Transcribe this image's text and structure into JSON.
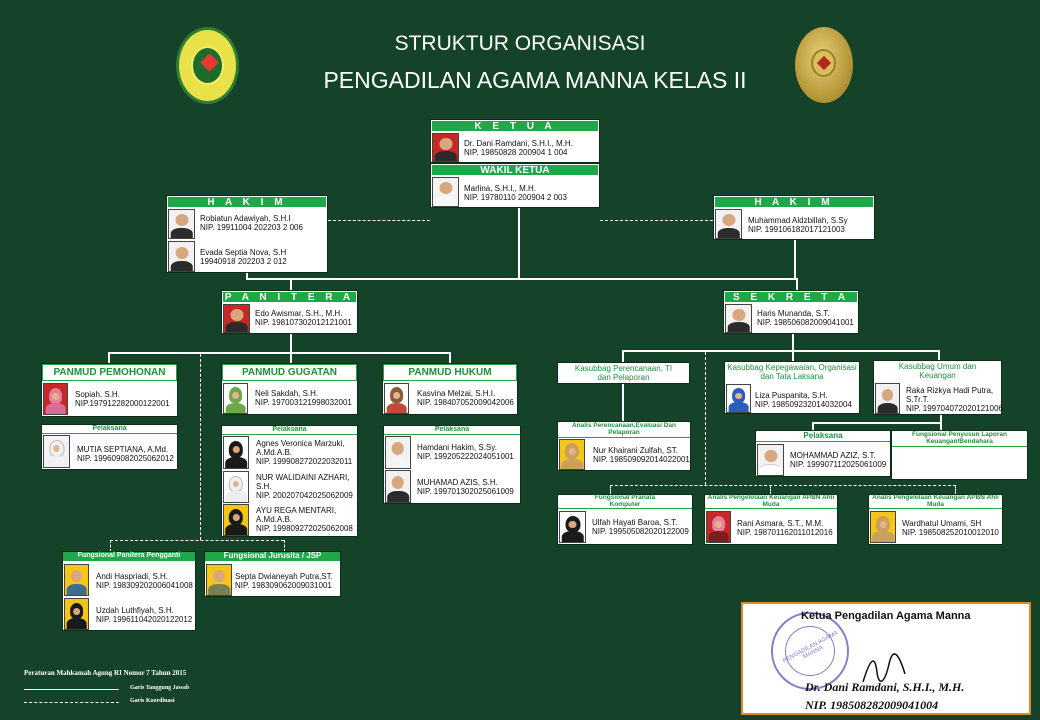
{
  "header": {
    "title_line1": "STRUKTUR ORGANISASI",
    "title_line2": "PENGADILAN AGAMA MANNA KELAS II"
  },
  "ketua": {
    "header": "K E T U A",
    "name": "Dr. Dani Ramdani, S.H.I., M.H.",
    "nip": "NIP. 19850828  200904  1 004"
  },
  "wakil": {
    "header": "WAKIL KETUA",
    "name": "Marlina, S.H.I., M.H.",
    "nip": "NIP. 19780110  200904  2 003"
  },
  "hakim_left": {
    "header": "H A K I M",
    "members": [
      {
        "name": "Robiatun Adawiyah,  S.H.I",
        "nip": "NIP. 19911004  202203  2 006"
      },
      {
        "name": "Evada Septia Nova, S.H",
        "nip": "19940918  202203  2 012"
      }
    ]
  },
  "hakim_right": {
    "header": "H A K I M",
    "name": "Muhammad Aldzbillah, S.Sy",
    "nip": "NIP. 199106182017121003"
  },
  "panitera": {
    "header": "P A N I T E R A",
    "name": "Edo Awismar,   S.H., M.H.",
    "nip": "NIP. 198107302012121001"
  },
  "sekretaris": {
    "header": "S E K R E T A R I S",
    "name": "Haris Munanda, S.T.",
    "nip": "NIP. 198506082009041001"
  },
  "panmud_pemohonan": {
    "title": "PANMUD PEMOHONAN",
    "name": "Sopiah, S.H.",
    "nip": "NIP.197912282000122001",
    "pelaksana_label": "Pelaksana",
    "pelaksana": [
      {
        "name": "MUTIA SEPTIANA,  A.Md.",
        "nip": "NIP. 199609082025062012"
      }
    ]
  },
  "panmud_gugatan": {
    "title": "PANMUD GUGATAN",
    "name": "Neli Sakdah,  S.H.",
    "nip": "NIP. 197003121998032001",
    "pelaksana_label": "Pelaksana",
    "pelaksana": [
      {
        "name": "Agnes Veronica Marzuki,",
        "name2": "A.Md.A.B.",
        "nip": "NIP. 199908272022032011"
      },
      {
        "name": "NUR WALIDAINI AZHARI,",
        "name2": "S.H.",
        "nip": "NIP. 200207042025062009"
      },
      {
        "name": "AYU REGA MENTARI,",
        "name2": "A.Md.A.B.",
        "nip": "NIP. 199809272025062008"
      }
    ]
  },
  "panmud_hukum": {
    "title": "PANMUD HUKUM",
    "name": "Kasvina Melzai, S.H.I.",
    "nip": "NIP. 198407052009042006",
    "pelaksana_label": "Pelaksana",
    "pelaksana": [
      {
        "name": "Hamdani Hakim, S.Sy.",
        "nip": "NIP. 199205222024051001"
      },
      {
        "name": "MUHAMAD AZIS,  S.H.",
        "nip": "NIP. 199701302025061009"
      }
    ]
  },
  "fungsional_panitera": {
    "label": "Fungsional Panitera Pengganti",
    "members": [
      {
        "name": "Andi Haspriadi,  S.H.",
        "nip": "NIP. 198309202006041008"
      },
      {
        "name": "Uzdah Luthfiyah,  S.H.",
        "nip": "NIP. 199611042020122012"
      }
    ]
  },
  "fungsional_jurusita": {
    "label": "Fungsional Jurusita / JSP",
    "name": "Septa Dwianeyah  Putra,ST.",
    "nip": "NIP. 198309062009031001"
  },
  "kasubbag_ptip": {
    "title": "Kasubbag Perencanaan,  TI dan Pelaporan",
    "analis_label": "Analis Perencanaan,Evaluasi Dan Pelaporan",
    "name": "Nur Khairani Zulfah, ST.",
    "nip": "NIP. 198509092014022001"
  },
  "kasubbag_kepegawaian": {
    "title": "Kasubbag Kepegawaian, Organisasi dan Tata Laksana",
    "name": "Liza Puspanita,  S.H.",
    "nip": "NIP. 198509232014032004"
  },
  "kasubbag_umum": {
    "title": "Kasubbag Umum dan Keuangan",
    "name": "Raka Rizkya  Hadi Putra,",
    "name2": "S.Tr.T.",
    "nip": "NIP. 199704072020121006"
  },
  "pelaksana_sekr": {
    "label": "Pelaksana",
    "name": "MOHAMMAD AZIZ,  S.T.",
    "nip": "NIP. 199907112025061009"
  },
  "fungsional_laporan": {
    "label": "Fungsional Penyusun Laporan Keuangan/Bendahara"
  },
  "pranata_komputer": {
    "label": "Fungsional Pranata Komputer",
    "name": "Ulfah Hayati Baroa,  S.T.",
    "nip": "NIP. 199505082020122009"
  },
  "apbn_left": {
    "label": "Analis Pengelolaan Keuangan APBN Ahli Muda",
    "name": "Rani Asmara,  S.T., M.M.",
    "nip": "NIP. 198701162011012016"
  },
  "apbn_right": {
    "label": "Analis Pengelolaan Keuangan APBN Ahli Muda",
    "name": "Wardhatul Umami, SH",
    "nip": "NIP. 198508252010012010"
  },
  "footer": {
    "regulation": "Peraturan Mahkamah Agung RI Nomor 7 Tahun 2015",
    "legend_solid": "Garis Tanggung Jawab",
    "legend_dashed": "Garis Koordinasi"
  },
  "signature": {
    "title": "Ketua  Pengadilan Agama Manna",
    "stamp_text": "PENGADILAN AGAMA MANNA",
    "name": "Dr. Dani Ramdani,  S.H.I., M.H.",
    "nip": "NIP. 198508282009041004"
  },
  "colors": {
    "background": "#15432a",
    "header_green": "#1ea84a",
    "stamp_purple": "#8b7bc7",
    "signature_border": "#e08a2e"
  }
}
